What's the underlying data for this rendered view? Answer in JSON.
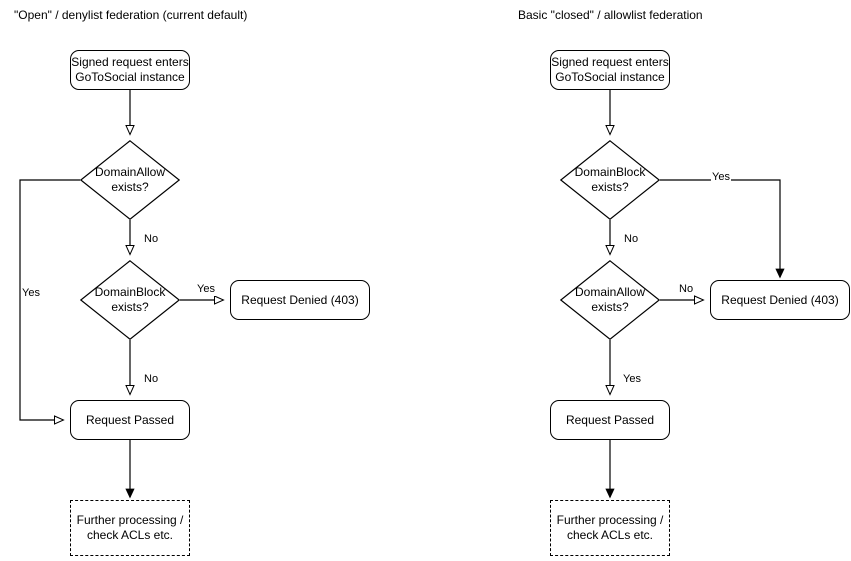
{
  "meta": {
    "stroke_color": "#000000",
    "fill_color": "#ffffff",
    "text_color": "#000000"
  },
  "panels": [
    {
      "id": "open-denylist",
      "title": "\"Open\" / denylist federation (current default)",
      "nodes": {
        "entry": "Signed request enters\nGoToSocial instance",
        "entry_line1": "Signed request enters",
        "entry_line2": "GoToSocial instance",
        "decision1_line1": "DomainAllow",
        "decision1_line2": "exists?",
        "decision2_line1": "DomainBlock",
        "decision2_line2": "exists?",
        "denied": "Request Denied (403)",
        "passed": "Request Passed",
        "further_line1": "Further processing /",
        "further_line2": "check ACLs etc."
      },
      "edge_labels": {
        "allow_yes": "Yes",
        "allow_no": "No",
        "block_yes": "Yes",
        "block_no": "No"
      }
    },
    {
      "id": "closed-allowlist",
      "title": "Basic \"closed\" / allowlist federation",
      "nodes": {
        "entry": "Signed request enters\nGoToSocial instance",
        "entry_line1": "Signed request enters",
        "entry_line2": "GoToSocial instance",
        "decision1_line1": "DomainBlock",
        "decision1_line2": "exists?",
        "decision2_line1": "DomainAllow",
        "decision2_line2": "exists?",
        "denied": "Request Denied (403)",
        "passed": "Request Passed",
        "further_line1": "Further processing /",
        "further_line2": "check ACLs etc."
      },
      "edge_labels": {
        "block_yes": "Yes",
        "block_no": "No",
        "allow_no": "No",
        "allow_yes": "Yes"
      }
    }
  ]
}
